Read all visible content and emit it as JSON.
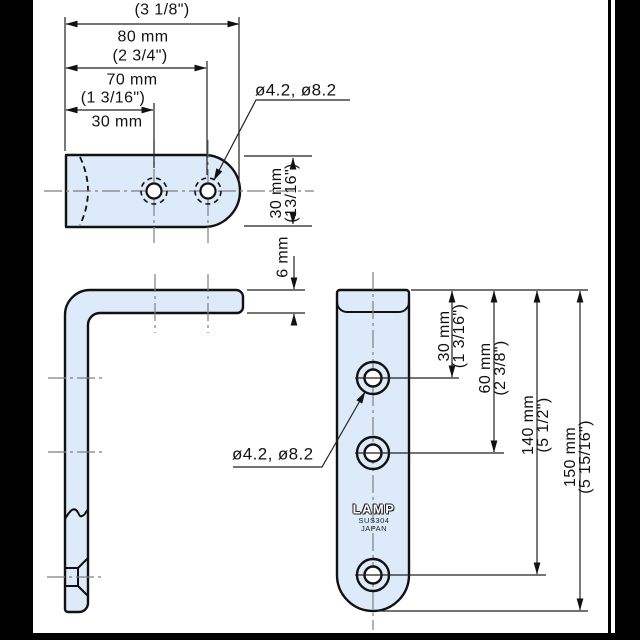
{
  "colors": {
    "part_fill": "#dceafa",
    "outline": "#111111",
    "centerline": "#7f7f7f",
    "dimension": "#222222",
    "scan_border": "#000000"
  },
  "labels": {
    "top_view": {
      "d80_in": "(3 1/8\")",
      "d80_mm": "80 mm",
      "d70_in": "(2 3/4\")",
      "d70_mm": "70 mm",
      "d30_in": "(1 3/16\")",
      "d30_mm": "30 mm",
      "holes": "ø4.2, ø8.2",
      "h30_mm": "30 mm",
      "h30_in": "(13/16\")"
    },
    "side_view": {
      "t6_mm": "6 mm"
    },
    "front_view": {
      "holes": "ø4.2, ø8.2",
      "d30_mm": "30 mm",
      "d30_in": "(1 3/16\")",
      "d60_mm": "60 mm",
      "d60_in": "(2 3/8\")",
      "d140_mm": "140 mm",
      "d140_in": "(5 1/2\")",
      "d150_mm": "150 mm",
      "d150_in": "(5 15/16\")",
      "logo_brand": "LAMP",
      "logo_material": "SUS304",
      "logo_origin": "JAPAN"
    }
  }
}
